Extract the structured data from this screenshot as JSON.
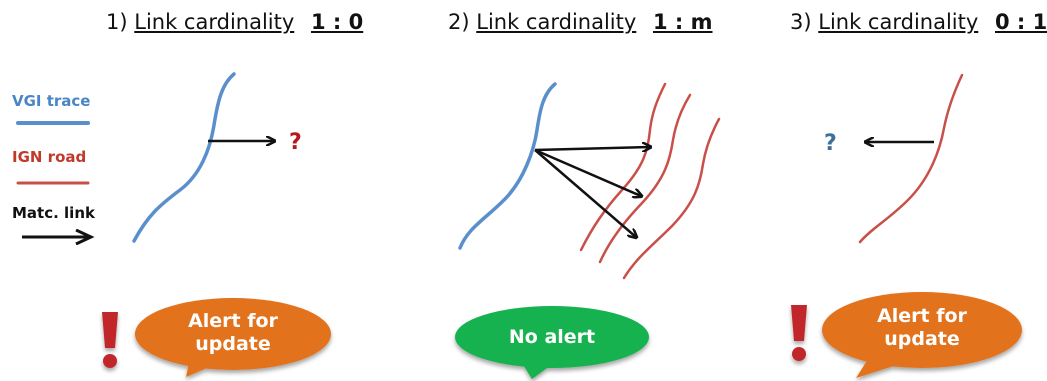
{
  "panels": [
    {
      "number": "1)",
      "label": "Link cardinality",
      "cardinality": "1 : 0",
      "bubble_line1": "Alert for",
      "bubble_line2": "update",
      "bubble_color": "#e2721c",
      "mark": "?"
    },
    {
      "number": "2)",
      "label": "Link cardinality",
      "cardinality": "1 : m",
      "bubble_line1": "No alert",
      "bubble_color": "#16b24f"
    },
    {
      "number": "3)",
      "label": "Link cardinality",
      "cardinality": "0 : 1",
      "bubble_line1": "Alert for",
      "bubble_line2": "update",
      "bubble_color": "#e2721c",
      "mark": "?"
    }
  ],
  "legend": {
    "vgi": {
      "label": "VGI trace",
      "color": "#4a86c6"
    },
    "ign": {
      "label": "IGN road",
      "color": "#c0392b"
    },
    "link": {
      "label": "Matc. link",
      "color": "#111111"
    }
  },
  "colors": {
    "vgi_line": "#5b8fcc",
    "ign_line": "#c9504a",
    "question_red": "#b5191c",
    "question_blue": "#3f6f9c",
    "exclaim": "#c0282c"
  }
}
